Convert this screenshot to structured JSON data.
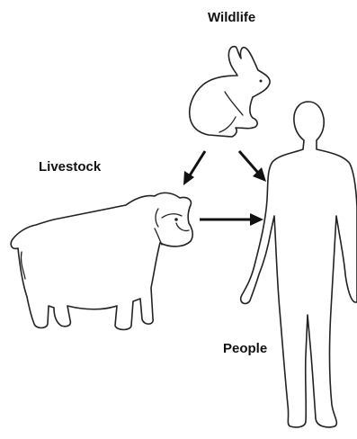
{
  "labels": {
    "wildlife": "Wildlife",
    "livestock": "Livestock",
    "people": "People"
  },
  "nodes": [
    {
      "id": "wildlife",
      "icon": "rabbit-icon"
    },
    {
      "id": "livestock",
      "icon": "sheep-icon"
    },
    {
      "id": "people",
      "icon": "human-silhouette-icon"
    }
  ],
  "edges": [
    {
      "from": "wildlife",
      "to": "livestock"
    },
    {
      "from": "wildlife",
      "to": "people"
    },
    {
      "from": "livestock",
      "to": "people"
    }
  ],
  "colors": {
    "background": "#ffffff",
    "stroke": "#222222",
    "text": "#111111"
  }
}
